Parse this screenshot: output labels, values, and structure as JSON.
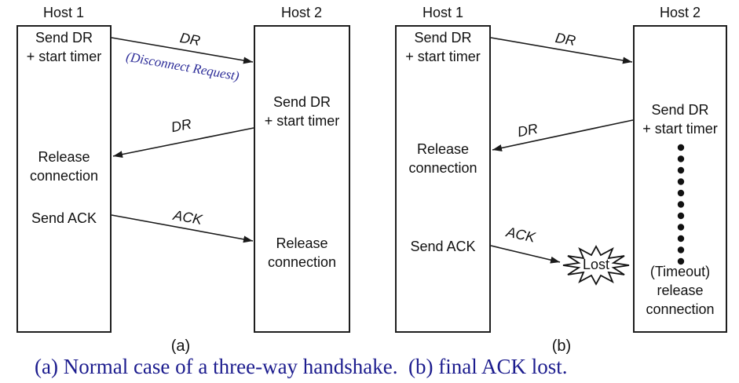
{
  "colors": {
    "line": "#1a1a1a",
    "annotation_blue": "#2e2e99",
    "caption_blue": "#1c1c8e"
  },
  "panel_a": {
    "host1_title": "Host 1",
    "host2_title": "Host 2",
    "host1_send_dr": "Send DR\n+ start timer",
    "host1_release": "Release\nconnection",
    "host1_send_ack": "Send ACK",
    "host2_send_dr": "Send DR\n+ start timer",
    "host2_release": "Release\nconnection",
    "arrow1_label": "DR",
    "arrow1_sublabel": "(Disconnect Request)",
    "arrow2_label": "DR",
    "arrow3_label": "ACK",
    "sublabel": "(a)"
  },
  "panel_b": {
    "host1_title": "Host 1",
    "host2_title": "Host 2",
    "host1_send_dr": "Send DR\n+ start timer",
    "host1_release": "Release\nconnection",
    "host1_send_ack": "Send ACK",
    "host2_send_dr": "Send DR\n+ start timer",
    "host2_timeout_release": "(Timeout)\nrelease\nconnection",
    "arrow1_label": "DR",
    "arrow2_label": "DR",
    "arrow3_label": "ACK",
    "lost_label": "Lost",
    "sublabel": "(b)"
  },
  "caption": "(a) Normal case of a three-way handshake.  (b) final ACK lost."
}
